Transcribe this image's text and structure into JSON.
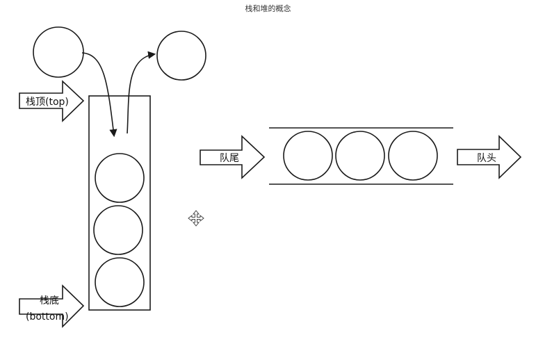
{
  "title": "栈和堆的概念",
  "stack": {
    "top_label": "栈顶(top)",
    "bottom_label_line1": "栈底",
    "bottom_label_line2": "(bottom)"
  },
  "queue": {
    "tail_label": "队尾",
    "head_label": "队头"
  },
  "icons": {
    "cursor": "move-cursor-icon"
  }
}
